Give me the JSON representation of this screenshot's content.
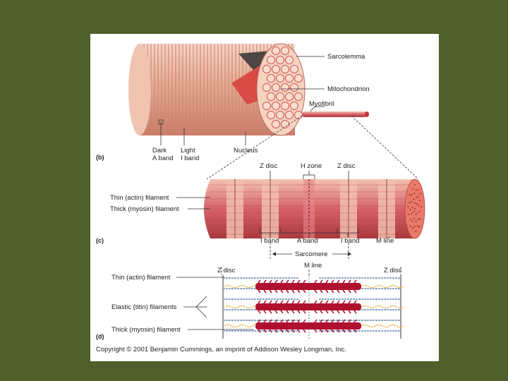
{
  "panel_b": {
    "tag": "(b)",
    "labels": {
      "sarcolemma": "Sarcolemma",
      "mitochondrion": "Mitochondrion",
      "myofibril": "Myofibril",
      "dark_a_band_1": "Dark",
      "dark_a_band_2": "A band",
      "light_i_band_1": "Light",
      "light_i_band_2": "I band",
      "nucleus": "Nucleus"
    }
  },
  "panel_c": {
    "tag": "(c)",
    "labels": {
      "z_disc_left": "Z disc",
      "h_zone": "H zone",
      "z_disc_right": "Z disc",
      "thin_filament": "Thin (actin) filament",
      "thick_filament": "Thick (myosin) filament",
      "i_band_left": "I band",
      "a_band": "A band",
      "i_band_right": "I band",
      "m_line": "M line"
    }
  },
  "panel_d": {
    "tag": "(d)",
    "labels": {
      "sarcomere": "Sarcomere",
      "m_line": "M line",
      "z_disc_left": "Z disc",
      "z_disc_right": "Z disc",
      "thin_filament": "Thin (actin) filament",
      "elastic_filaments": "Elastic (titin) filaments",
      "thick_filament": "Thick (myosin) filament"
    }
  },
  "copyright": "Copyright © 2001 Benjamin Cummings, an imprint of Addison Wesley Longman, Inc.",
  "colors": {
    "background": "#4f5f29",
    "panel": "#ffffff",
    "fiber_pink": "#e9a98f",
    "myofibril_red": "#c8323a",
    "myosin_crimson": "#b0102f",
    "actin_blue": "#8aa6c8"
  }
}
